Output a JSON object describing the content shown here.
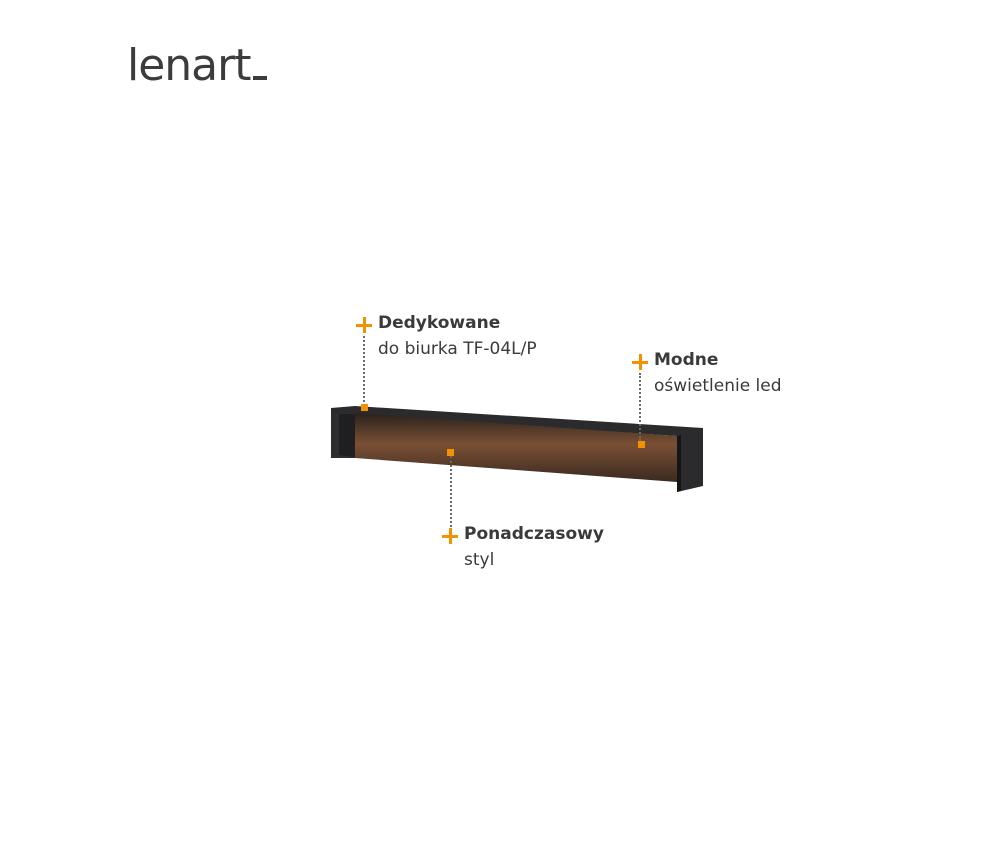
{
  "brand": {
    "logo_text": "lenart"
  },
  "annotations": {
    "dedicated": {
      "title": "Dedykowane",
      "subtitle": "do biurka TF-04L/P"
    },
    "modern": {
      "title": "Modne",
      "subtitle": "oświetlenie led"
    },
    "timeless": {
      "title": "Ponadczasowy",
      "subtitle": "styl"
    }
  },
  "colors": {
    "accent": "#f39200",
    "text": "#3a3a3c",
    "shelf_dark": "#2b2b2d",
    "led_glow": "#6b4a31"
  }
}
